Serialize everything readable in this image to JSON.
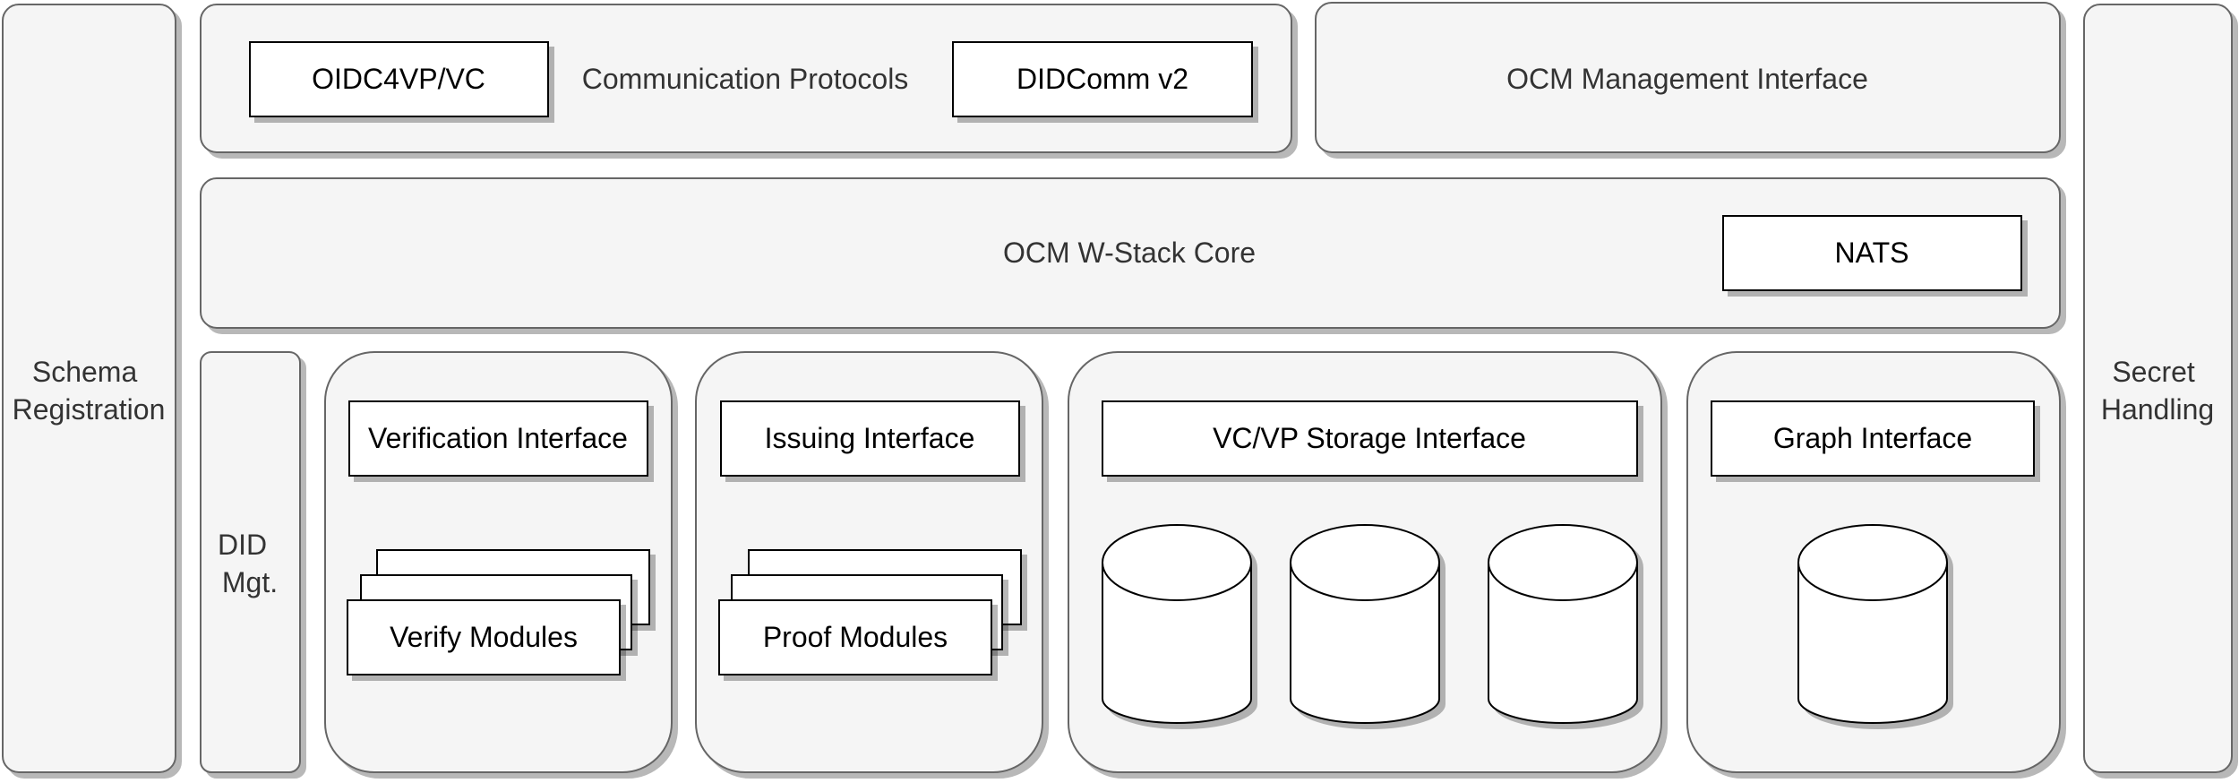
{
  "side": {
    "left": [
      "Schema",
      "Registration"
    ],
    "right": [
      "Secret",
      "Handling"
    ],
    "did": [
      "DID",
      "Mgt."
    ]
  },
  "top": {
    "oidc": "OIDC4VP/VC",
    "comm": "Communication Protocols",
    "didcomm": "DIDComm v2",
    "mgmt": "OCM Management Interface"
  },
  "core": {
    "label": "OCM W-Stack Core",
    "nats": "NATS"
  },
  "modules": {
    "verification": "Verification Interface",
    "verify_modules": "Verify Modules",
    "issuing": "Issuing Interface",
    "proof_modules": "Proof Modules",
    "storage": "VC/VP Storage Interface",
    "graph": "Graph Interface"
  },
  "colors": {
    "panel_fill": "#f5f5f5",
    "panel_stroke": "#666666",
    "box_fill": "#ffffff",
    "box_stroke": "#000000",
    "shadow": "#bbbbbb"
  }
}
